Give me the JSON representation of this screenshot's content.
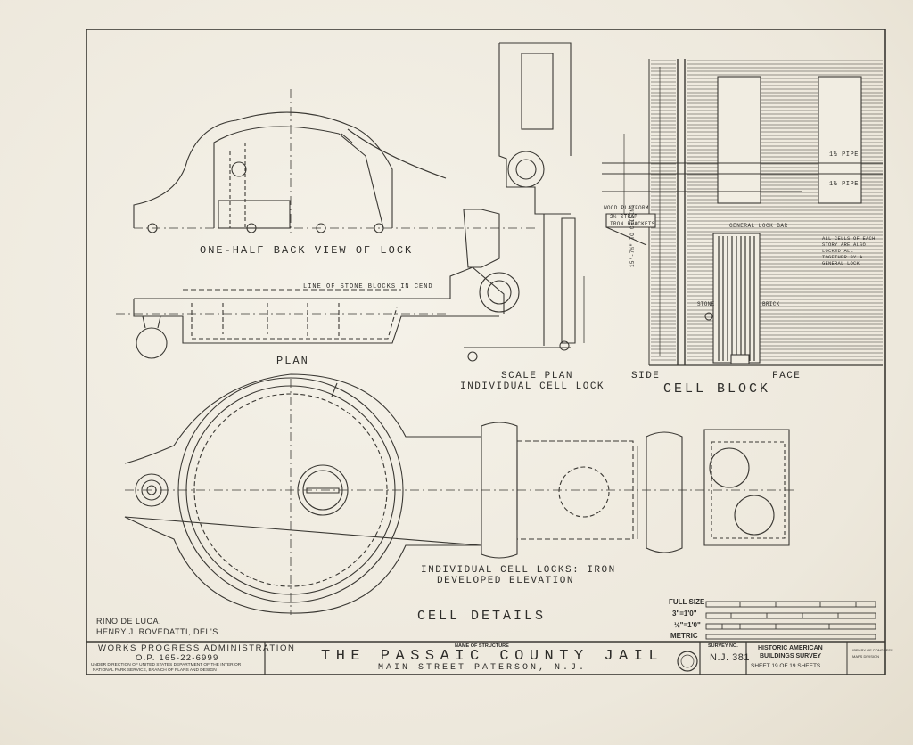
{
  "drawing": {
    "back_view_label": "ONE-HALF BACK VIEW OF LOCK",
    "stone_line_label": "LINE OF STONE BLOCKS IN CEND",
    "plan_label": "PLAN",
    "scale_plan_label": "SCALE PLAN",
    "individual_cell_lock_label": "INDIVIDUAL CELL LOCK",
    "side_label": "SIDE",
    "face_label": "FACE",
    "cell_block_label": "CELL BLOCK",
    "iron_locks_label": "INDIVIDUAL CELL LOCKS: IRON",
    "developed_elevation_label": "DEVELOPED ELEVATION",
    "cell_details_label": "CELL DETAILS",
    "note_pipe_1": "1½ PIPE",
    "note_pipe_2": "1½ PIPE",
    "note_general_lock_bar": "GENERAL LOCK BAR",
    "note_bracket_1": "2½ STRAP",
    "note_bracket_2": "IRON BRACKETS",
    "note_wood_platform": "WOOD PLATFORM",
    "note_cells": "ALL CELLS OF EACH STORY ARE ALSO LOCKED ALL TOGETHER BY A GENERAL LOCK",
    "note_brick": "BRICK",
    "note_stone": "STONE",
    "dim_ceiling": "15'-7½\" TO CEILING"
  },
  "scale": {
    "rows": [
      {
        "label": "FULL SIZE"
      },
      {
        "label": "3\"=1'0\""
      },
      {
        "label": "½\"=1'0\""
      },
      {
        "label": "METRIC"
      }
    ]
  },
  "credits": {
    "line1": "RINO DE LUCA,",
    "line2": "HENRY J. ROVEDATTI, DEL'S."
  },
  "title_block": {
    "agency": "WORKS PROGRESS ADMINISTRATION",
    "op_number": "O.P. 165-22-6999",
    "direction_1": "UNDER DIRECTION OF UNITED STATES DEPARTMENT OF THE INTERIOR",
    "direction_2": "NATIONAL PARK SERVICE, BRANCH OF PLANS AND DESIGN",
    "name_caption": "NAME OF STRUCTURE",
    "structure_name": "THE PASSAIC COUNTY JAIL",
    "address": "MAIN STREET   PATERSON, N.J.",
    "survey_caption": "SURVEY NO.",
    "survey_no": "N.J. 381",
    "hab_1": "HISTORIC AMERICAN",
    "hab_2": "BUILDINGS SURVEY",
    "sheet_info": "SHEET 19 OF 19 SHEETS",
    "loc_1": "LIBRARY OF CONGRESS",
    "loc_2": "MAPS DIVISION"
  }
}
